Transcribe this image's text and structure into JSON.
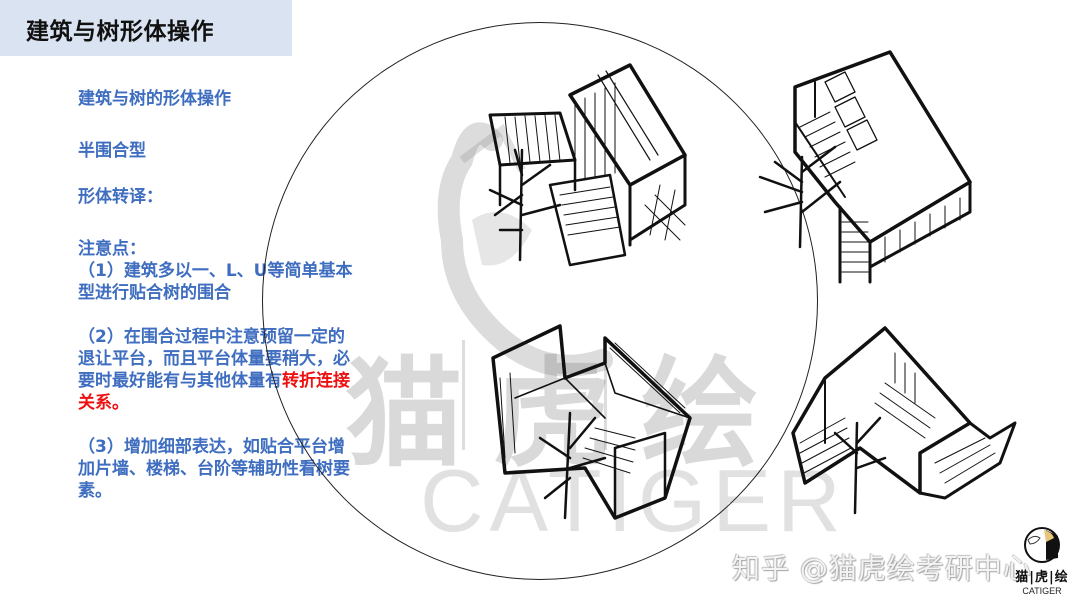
{
  "slide": {
    "title": "建筑与树形体操作",
    "colors": {
      "title_bar_bg": "#dae3f1",
      "body_text": "#3f6ec0",
      "highlight": "#ee1111",
      "title_text": "#111111"
    }
  },
  "content": {
    "heading": "建筑与树的形体操作",
    "type_label": "半围合型",
    "translation_label": "形体转译：",
    "notes_label": "注意点：",
    "note1": "（1）建筑多以一、L、U等简单基本型进行贴合树的围合",
    "note1_line1": "（1）建筑多以一、L、U等简单基本",
    "note1_line2": "型进行贴合树的围合",
    "note2_line1": "（2）在围合过程中注意预留一定的",
    "note2_line2": "退让平台，而且平台体量要稍大，必",
    "note2_line3_prefix": "要时最好能有与其他体量有",
    "note2_line3_highlight": "转折连接",
    "note2_line4_highlight": "关系。",
    "note3_line1": "（3）增加细部表达，如贴合平台增",
    "note3_line2": "加片墙、楼梯、台阶等辅助性看树要",
    "note3_line3": "素。"
  },
  "illustrations": {
    "sketches": [
      {
        "label": "L-shaped building with deck and tree",
        "position": "top-left"
      },
      {
        "label": "Linear building with stair and tree",
        "position": "top-right"
      },
      {
        "label": "U-shaped building enclosing tree",
        "position": "bottom-left"
      },
      {
        "label": "Stepped building with external stair and tree",
        "position": "bottom-right"
      }
    ]
  },
  "watermark": {
    "big_chars": [
      "猫",
      "虎",
      "绘"
    ],
    "latin": "CATIGER",
    "platform": "知乎 @猫虎绘考研中心",
    "logo_cn": "猫|虎|绘",
    "logo_en": "CATIGER"
  }
}
